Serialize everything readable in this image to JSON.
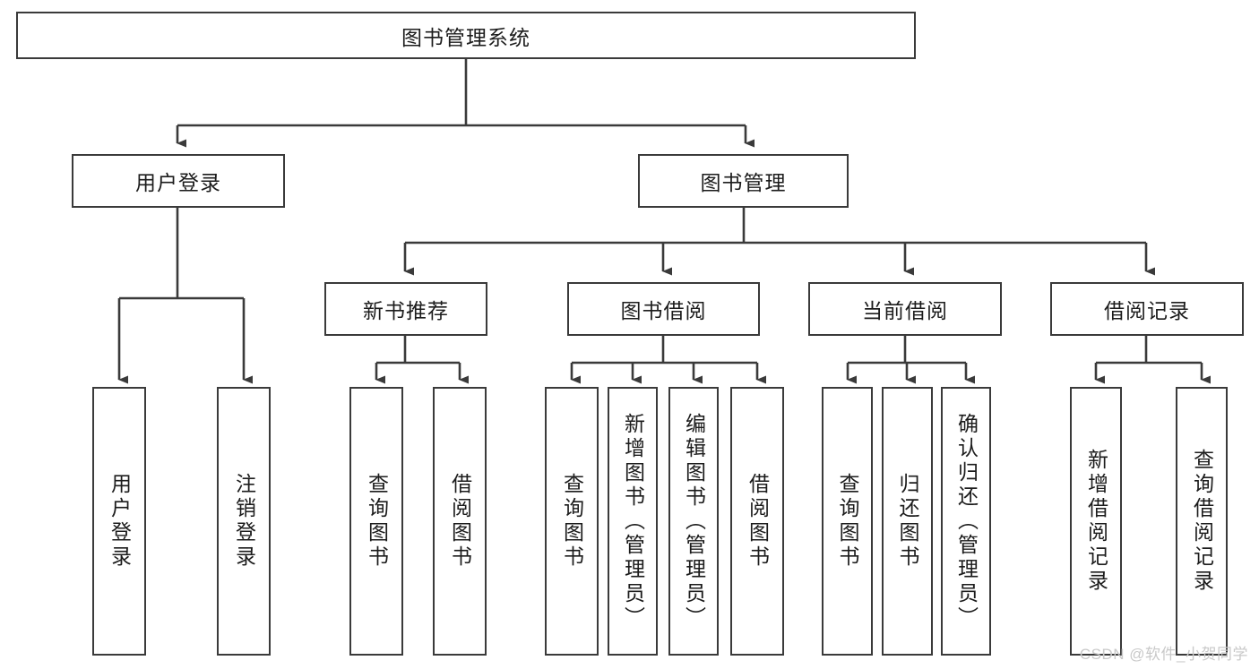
{
  "diagram": {
    "type": "tree-hierarchy",
    "title": "图书管理系统",
    "watermark": "CSDN @软件_小贺同学",
    "colors": {
      "stroke": "#3a3a3a",
      "fill": "#ffffff",
      "text": "#1c1c1c",
      "watermark": "#c9c9c9"
    },
    "root": {
      "label": "图书管理系统",
      "orientation": "horizontal"
    },
    "level2": [
      {
        "label": "用户登录",
        "orientation": "horizontal"
      },
      {
        "label": "图书管理",
        "orientation": "horizontal"
      }
    ],
    "level3": [
      {
        "label": "新书推荐",
        "orientation": "horizontal"
      },
      {
        "label": "图书借阅",
        "orientation": "horizontal"
      },
      {
        "label": "当前借阅",
        "orientation": "horizontal"
      },
      {
        "label": "借阅记录",
        "orientation": "horizontal"
      }
    ],
    "leaves": {
      "user_login": [
        {
          "label": "用户登录",
          "orientation": "vertical"
        },
        {
          "label": "注销登录",
          "orientation": "vertical"
        }
      ],
      "new_book_recommend": [
        {
          "label": "查询图书",
          "orientation": "vertical"
        },
        {
          "label": "借阅图书",
          "orientation": "vertical"
        }
      ],
      "book_borrow": [
        {
          "label": "查询图书",
          "orientation": "vertical"
        },
        {
          "label": "新增图书（管理员）",
          "orientation": "vertical"
        },
        {
          "label": "编辑图书（管理员）",
          "orientation": "vertical"
        },
        {
          "label": "借阅图书",
          "orientation": "vertical"
        }
      ],
      "current_borrow": [
        {
          "label": "查询图书",
          "orientation": "vertical"
        },
        {
          "label": "归还图书",
          "orientation": "vertical"
        },
        {
          "label": "确认归还（管理员）",
          "orientation": "vertical"
        }
      ],
      "borrow_record": [
        {
          "label": "新增借阅记录",
          "orientation": "vertical"
        },
        {
          "label": "查询借阅记录",
          "orientation": "vertical"
        }
      ]
    }
  }
}
